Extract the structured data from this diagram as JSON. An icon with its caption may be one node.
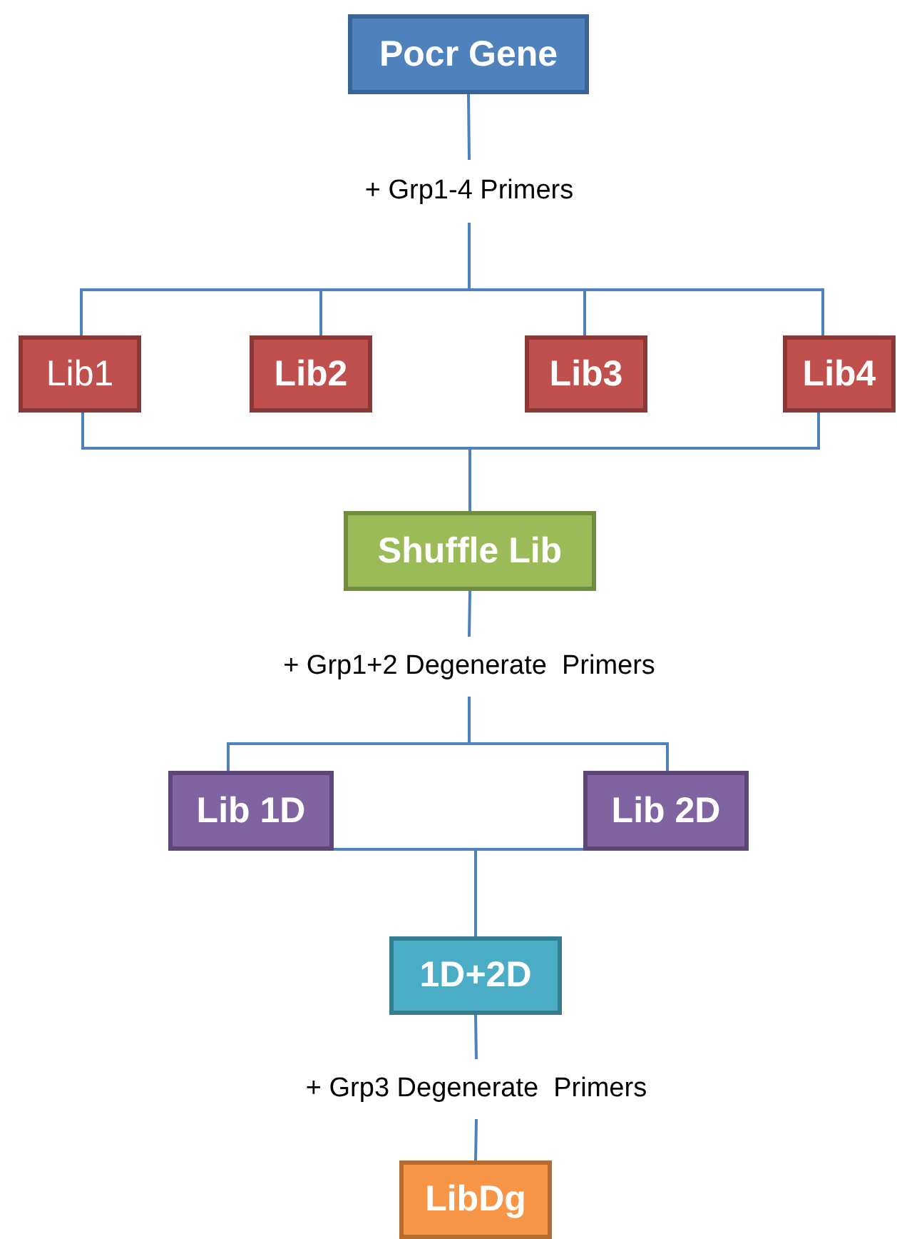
{
  "diagram": {
    "nodes": [
      {
        "text": [
          "Pocr Gene"
        ]
      },
      {
        "text": [
          "+ Grp1-4 Primers"
        ]
      },
      {
        "text": [
          "Lib1"
        ]
      },
      {
        "text": [
          "Lib2"
        ]
      },
      {
        "text": [
          "Lib3"
        ]
      },
      {
        "text": [
          "Lib4"
        ]
      },
      {
        "text": [
          "Shuffle Lib"
        ]
      },
      {
        "text": [
          "+ Grp1+2 Degenerate  Primers"
        ]
      },
      {
        "text": [
          "Lib 1D"
        ]
      },
      {
        "text": [
          "Lib 2D"
        ]
      },
      {
        "text": [
          "1D+2D"
        ]
      },
      {
        "text": [
          "+ Grp3 Degenerate  Primers"
        ]
      },
      {
        "text": [
          "LibDg"
        ]
      }
    ],
    "edges": [
      {
        "from": 0,
        "to": 1,
        "arrow": "none"
      },
      {
        "from": 1,
        "to": 2,
        "arrow": "none"
      },
      {
        "from": 1,
        "to": 3,
        "arrow": "none"
      },
      {
        "from": 1,
        "to": 4,
        "arrow": "none"
      },
      {
        "from": 1,
        "to": 5,
        "arrow": "none"
      },
      {
        "from": 2,
        "to": 6,
        "arrow": "none"
      },
      {
        "from": 5,
        "to": 6,
        "arrow": "none"
      },
      {
        "from": 6,
        "to": 7,
        "arrow": "none"
      },
      {
        "from": 7,
        "to": 8,
        "arrow": "none"
      },
      {
        "from": 7,
        "to": 9,
        "arrow": "none"
      },
      {
        "from": 8,
        "to": 10,
        "arrow": "none"
      },
      {
        "from": 9,
        "to": 10,
        "arrow": "none"
      },
      {
        "from": 10,
        "to": 11,
        "arrow": "none"
      },
      {
        "from": 11,
        "to": 12,
        "arrow": "none"
      }
    ]
  }
}
